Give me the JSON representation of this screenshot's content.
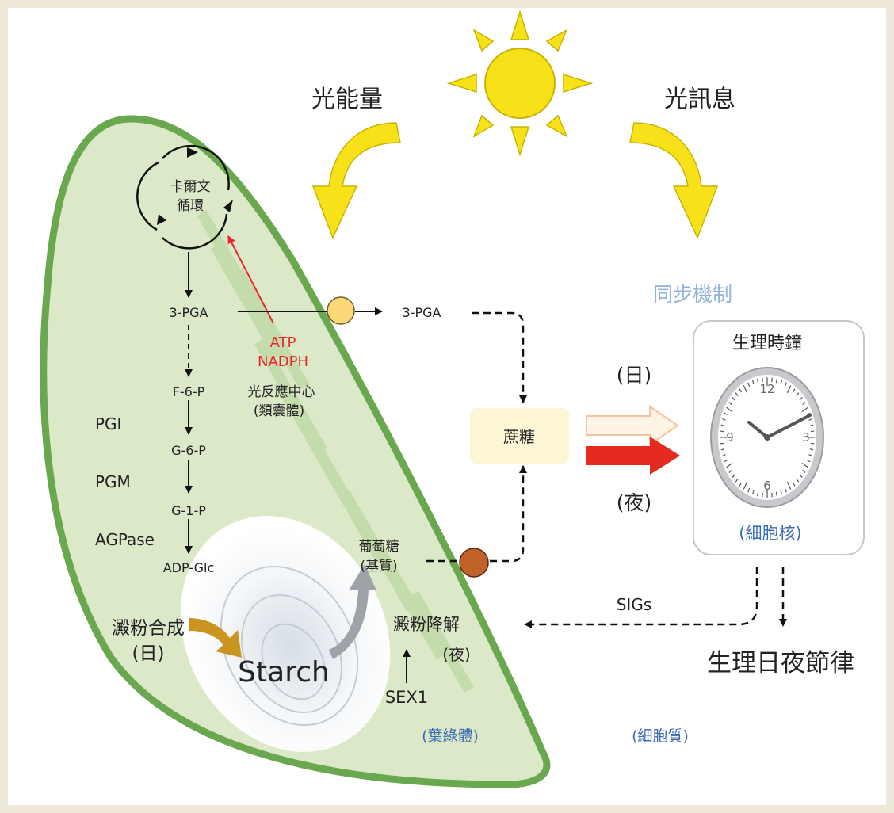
{
  "labels": {
    "light_energy": "光能量",
    "light_signal": "光訊息",
    "calvin_cycle_line1": "卡爾文",
    "calvin_cycle_line2": "循環",
    "pga_inside": "3-PGA",
    "pga_outside": "3-PGA",
    "atp": "ATP",
    "nadph": "NADPH",
    "reaction_center_line1": "光反應中心",
    "reaction_center_line2": "(類囊體)",
    "f6p": "F-6-P",
    "pgi": "PGI",
    "g6p": "G-6-P",
    "pgm": "PGM",
    "g1p": "G-1-P",
    "agpase": "AGPase",
    "adp_glc": "ADP-Glc",
    "glucose_line1": "葡萄糖",
    "glucose_line2": "(基質)",
    "starch_synthesis": "澱粉合成",
    "starch_synthesis_day": "(日)",
    "starch": "Starch",
    "starch_degradation": "澱粉降解",
    "starch_degradation_night": "(夜)",
    "sex1": "SEX1",
    "chloroplast": "(葉綠體)",
    "cytoplasm": "(細胞質)",
    "sucrose": "蔗糖",
    "sync_mechanism": "同步機制",
    "day": "(日)",
    "night": "(夜)",
    "clock_title": "生理時鐘",
    "nucleus": "(細胞核)",
    "sigs": "SIGs",
    "circadian_rhythm": "生理日夜節律",
    "clock_12": "12",
    "clock_3": "3",
    "clock_6": "6",
    "clock_9": "9"
  },
  "colors": {
    "chloroplast_fill": "#dce9c9",
    "chloroplast_border": "#6aa84f",
    "sun": "#f7e21a",
    "highlight_arrow": "#e8c81a",
    "atp_red": "#e8262a",
    "sync_blue": "#8fb3dc",
    "label_blue": "#3b6bb5",
    "sucrose_box": "#fdf6d5",
    "day_arrow": "#f6c49a",
    "night_arrow": "#e52a20"
  }
}
